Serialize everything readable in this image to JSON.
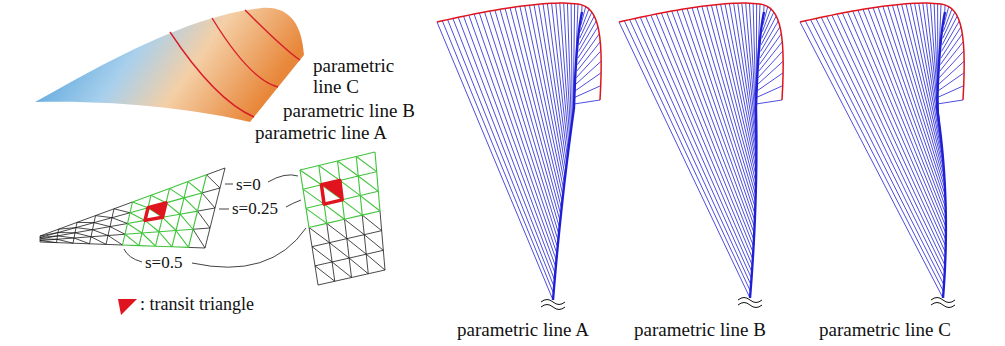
{
  "diagram": {
    "labels": [
      "parametric line C",
      "parametric line B",
      "parametric line A",
      "s=0",
      "s=0.25",
      "s=0.5",
      "parametric line A",
      "parametric line B",
      "parametric line C"
    ],
    "legend": [
      {
        "text": ": transit triangle"
      }
    ]
  }
}
